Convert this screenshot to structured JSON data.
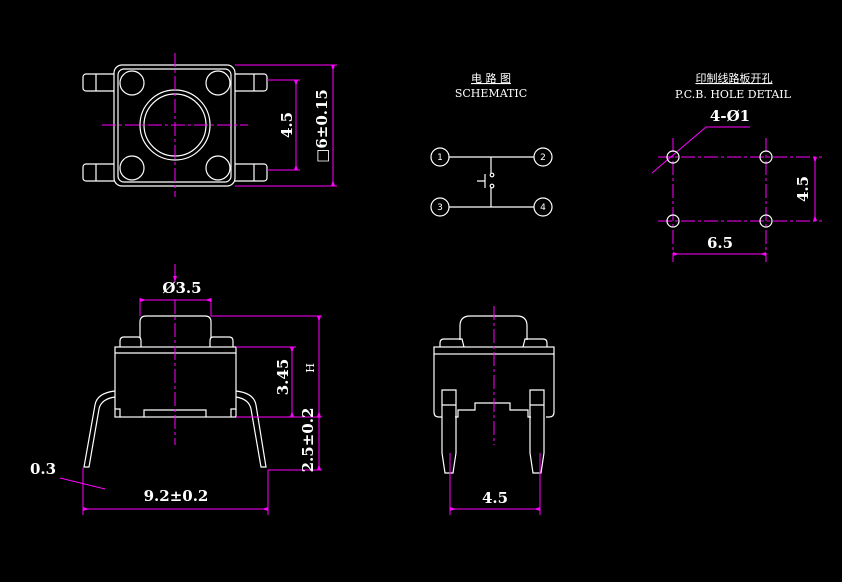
{
  "colors": {
    "background": "#000000",
    "outline": "#ffffff",
    "dimension": "#ff00ff"
  },
  "top_view": {
    "dim_pitch": "4.5",
    "dim_body": "□6±0.15"
  },
  "schematic": {
    "title_cn": "电 路 图",
    "title_en": "SCHEMATIC",
    "pins": [
      "1",
      "2",
      "3",
      "4"
    ]
  },
  "pcb": {
    "title_cn": "印制线路板开孔",
    "title_en": "P.C.B.  HOLE DETAIL",
    "hole_label": "4-Ø1",
    "dim_vertical": "4.5",
    "dim_horizontal": "6.5"
  },
  "side_view": {
    "dim_button": "Ø3.5",
    "dim_body_height": "3.45",
    "dim_total": "H",
    "dim_leg": "2.5±0.2",
    "dim_width": "9.2±0.2",
    "dim_leg_thickness": "0.3"
  },
  "front_view": {
    "dim_pitch": "4.5"
  }
}
